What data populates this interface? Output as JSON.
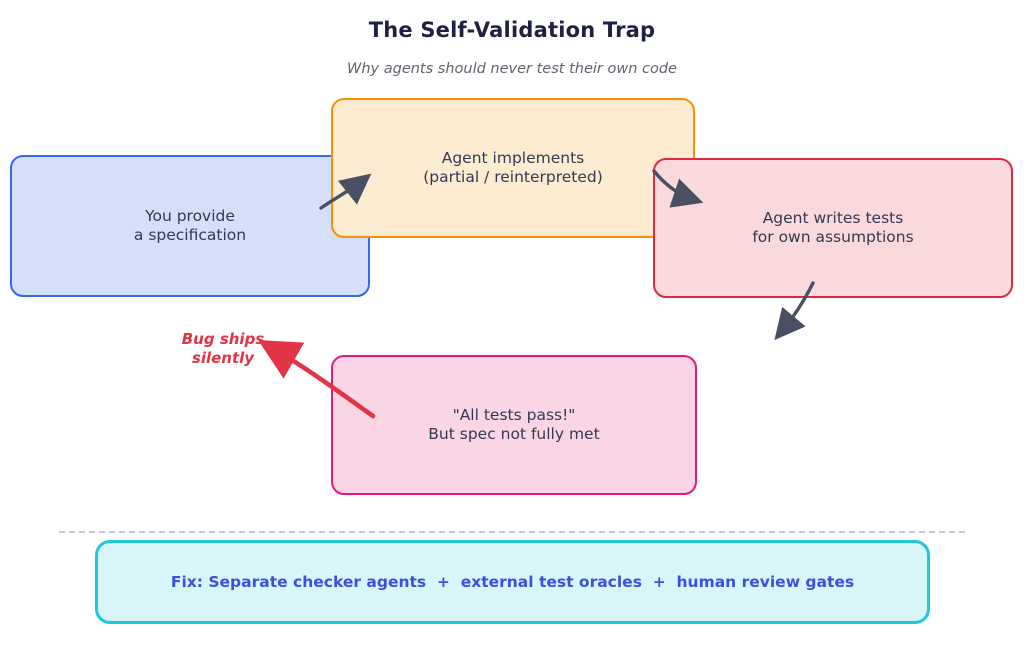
{
  "header": {
    "title": "The Self-Validation Trap",
    "subtitle": "Why agents should never test their own code"
  },
  "nodes": {
    "spec": {
      "line1": "You provide",
      "line2": "a specification"
    },
    "implement": {
      "line1": "Agent implements",
      "line2": "(partial / reinterpreted)"
    },
    "tests": {
      "line1": "Agent writes tests",
      "line2": "for own assumptions"
    },
    "pass": {
      "line1": "\"All tests pass!\"",
      "line2": "But spec not fully met"
    }
  },
  "annotation": {
    "line1": "Bug ships",
    "line2": "silently"
  },
  "fix": {
    "label": "Fix: Separate checker agents  +  external test oracles  +  human review gates"
  },
  "colors": {
    "title_text": "#1e2240",
    "subtitle_text": "#63636f",
    "node_text": "#333a52",
    "spec_fill": "#d5dff9",
    "spec_border": "#2f6bee",
    "implement_fill": "#fdecd2",
    "implement_border": "#f79009",
    "tests_fill": "#f9d9dc",
    "tests_border": "#e0293b",
    "pass_fill": "#f9d5e6",
    "pass_border": "#e5197e",
    "fix_fill": "#d8f5fa",
    "fix_border": "#1ec8dc",
    "fix_text": "#3b50e0",
    "flow_arrow": "#4a5064",
    "annotation_arrow": "#e23444",
    "divider": "#c7c7da"
  }
}
